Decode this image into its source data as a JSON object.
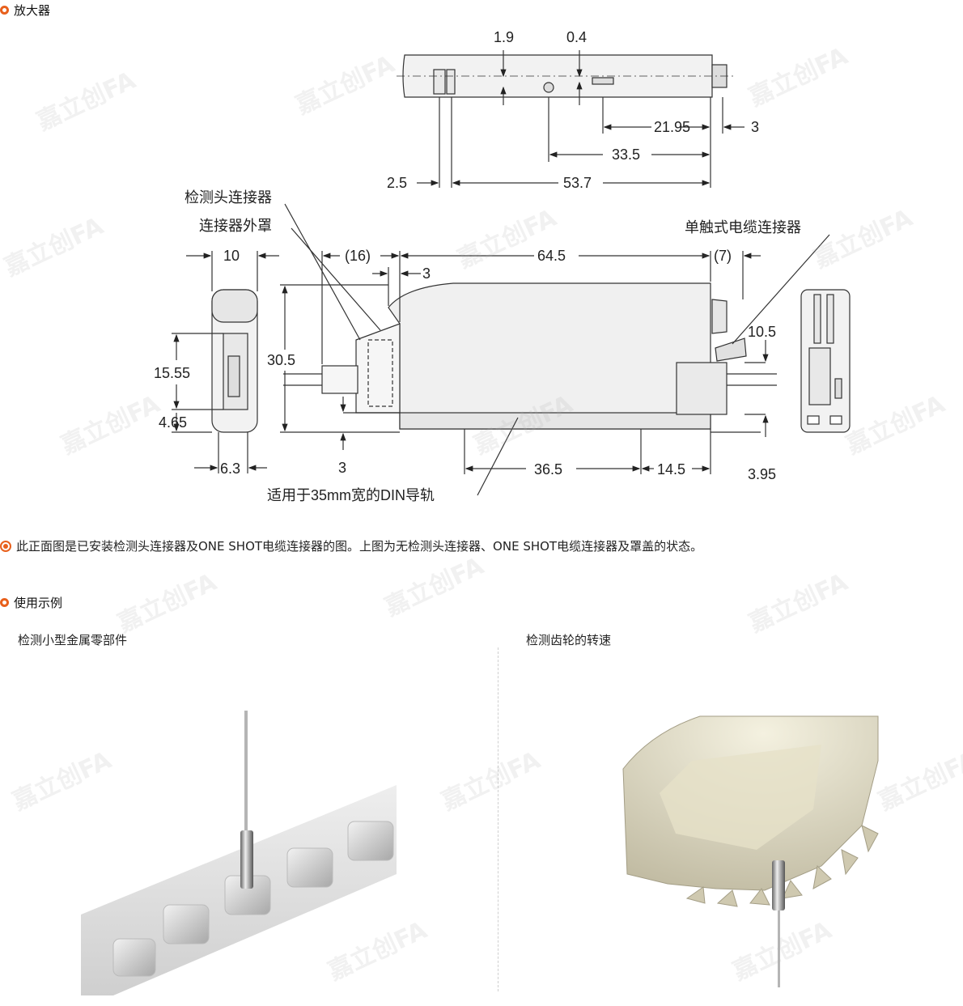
{
  "section_amplifier": {
    "title": "放大器"
  },
  "drawing_top": {
    "dims": {
      "d1": "1.9",
      "d2": "0.4",
      "d3": "21.95",
      "d4": "3",
      "d5": "33.5",
      "d6": "2.5",
      "d7": "53.7"
    }
  },
  "drawing_main": {
    "labels": {
      "head_connector": "检测头连接器",
      "connector_cover": "连接器外罩",
      "oneshot_connector": "单触式电缆连接器",
      "din_rail": "适用于35mm宽的DIN导轨"
    },
    "dims": {
      "w10": "10",
      "h15_55": "15.55",
      "h4_65": "4.65",
      "w6_3": "6.3",
      "d16": "(16)",
      "d3a": "3",
      "d64_5": "64.5",
      "d7": "(7)",
      "h30_5": "30.5",
      "h10_5": "10.5",
      "d3b": "3",
      "d36_5": "36.5",
      "d14_5": "14.5",
      "d3_95": "3.95"
    }
  },
  "note": {
    "text": "此正面图是已安装检测头连接器及ONE SHOT电缆连接器的图。上图为无检测头连接器、ONE SHOT电缆连接器及罩盖的状态。"
  },
  "section_examples": {
    "title": "使用示例",
    "left_caption": "检测小型金属零部件",
    "right_caption": "检测齿轮的转速"
  },
  "watermark": {
    "text": "嘉立创FA"
  }
}
